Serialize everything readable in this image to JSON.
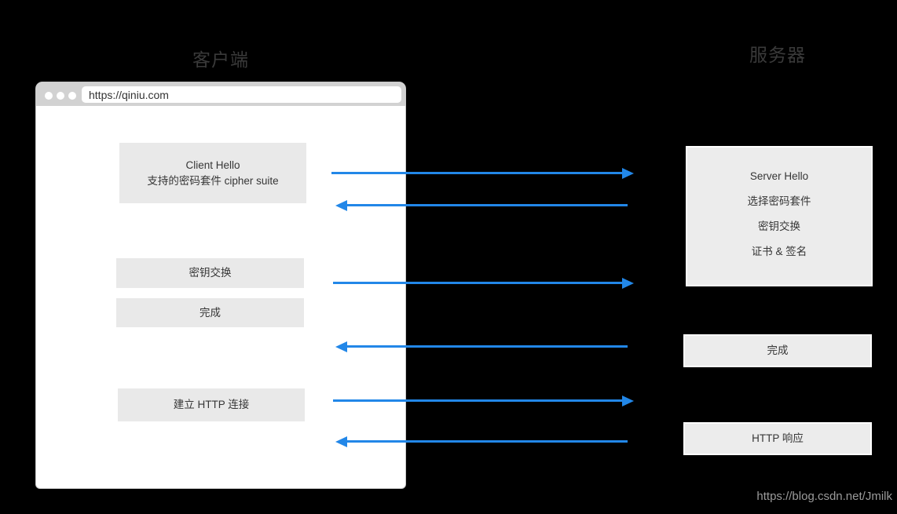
{
  "titles": {
    "client": "客户端",
    "server": "服务器"
  },
  "browser": {
    "url": "https://qiniu.com"
  },
  "client": {
    "hello_title": "Client Hello",
    "hello_subtitle": "支持的密码套件 cipher suite",
    "key_exchange": "密钥交换",
    "finished": "完成",
    "http_connect": "建立 HTTP 连接"
  },
  "server": {
    "hello": "Server Hello",
    "choose_suite": "选择密码套件",
    "key_exchange": "密钥交换",
    "cert_sign": "证书 & 签名",
    "finished": "完成",
    "http_response": "HTTP 响应"
  },
  "watermark": "https://blog.csdn.net/Jmilk",
  "colors": {
    "background": "#000000",
    "arrow_blue": "#2287e8",
    "box_fill": "#e9e9e9",
    "server_box_fill": "#ececec",
    "server_box_border": "#ffffff",
    "box_text": "#363636",
    "heading_text": "#3a3a3a",
    "browser_titlebar": "#d2d2d2",
    "browser_body": "#ffffff",
    "watermark_text": "#9b9b9b"
  }
}
